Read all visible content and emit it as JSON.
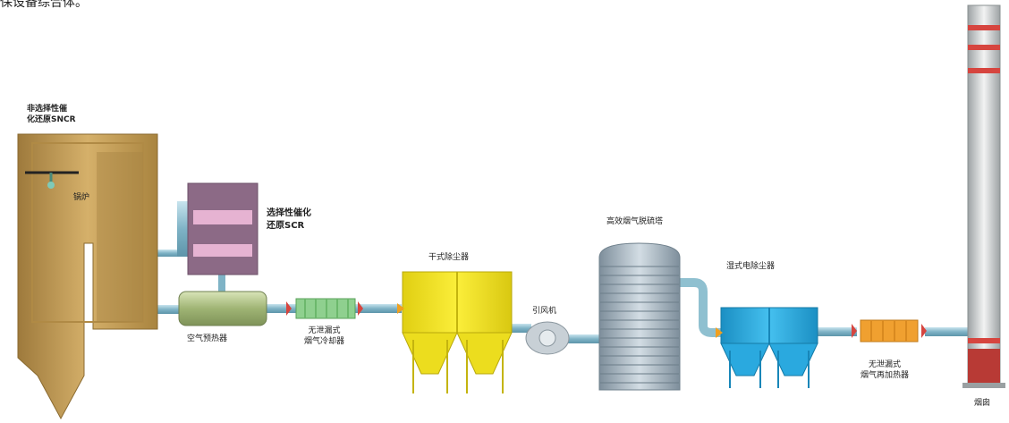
{
  "caption_fragment": "保设备综合体。",
  "snrc_label": [
    "非选择性催",
    "化还原SNCR"
  ],
  "boiler_label": "锅炉",
  "scr_label": [
    "选择性催化",
    "还原SCR"
  ],
  "air_preheater_label": "空气预热器",
  "flue_cooler_label": [
    "无泄漏式",
    "烟气冷却器"
  ],
  "dry_dust_label": "干式除尘器",
  "id_fan_label": "引风机",
  "desulf_tower_label": "高效烟气脱硫塔",
  "wet_esp_label": "湿式电除尘器",
  "reheater_label": [
    "无泄漏式",
    "烟气再加热器"
  ],
  "chimney_label": "烟囱",
  "colors": {
    "boiler": "#c9a25a",
    "scr": "#8c6a86",
    "scr_band": "#e6b3d2",
    "air_preheater": "#b7c98f",
    "cooler": "#8fd08f",
    "dust_collector": "#f0e21c",
    "tower": "#a8b8c4",
    "fan": "#c8d0d6",
    "wet_esp": "#2aa9df",
    "reheater": "#f0a030",
    "chimney": "#d8dcdc",
    "chimney_band": "#d6453f",
    "pipe": "#9ac8d8"
  }
}
